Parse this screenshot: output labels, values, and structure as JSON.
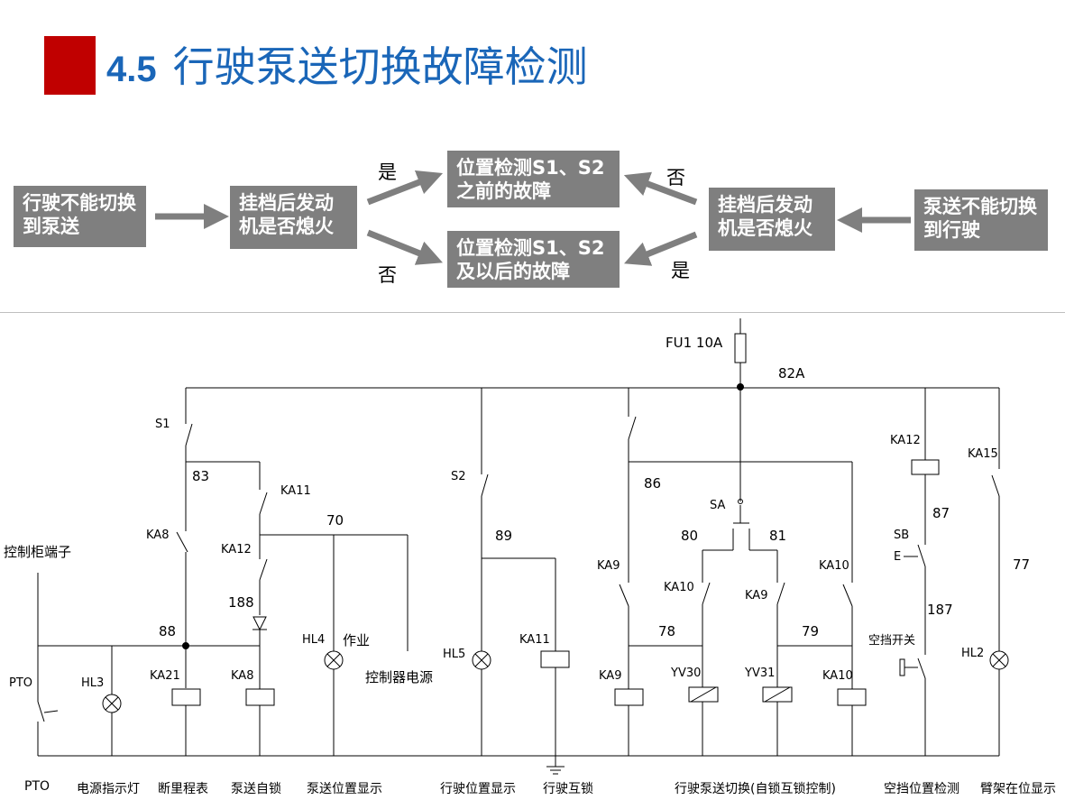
{
  "slide": {
    "section_number": "4.5",
    "title": "行驶泵送切换故障检测"
  },
  "flowchart": {
    "left_start": "行驶不能切换到泵送",
    "left_decision": "挂档后发动机是否熄火",
    "top_result": "位置检测S1、S2之前的故障",
    "bottom_result": "位置检测S1、S2及以后的故障",
    "right_decision": "挂档后发动机是否熄火",
    "right_start": "泵送不能切换到行驶",
    "yes": "是",
    "no": "否"
  },
  "circuit": {
    "fuse": "FU1  10A",
    "node_labels": [
      "82A",
      "83",
      "70",
      "188",
      "88",
      "89",
      "86",
      "80",
      "81",
      "78",
      "79",
      "87",
      "187",
      "77"
    ],
    "component_labels": [
      "S1",
      "KA11",
      "KA8",
      "KA12",
      "HL4",
      "作业",
      "控制器电源",
      "S2",
      "HL5",
      "KA11",
      "KA9",
      "KA10",
      "KA9",
      "KA10",
      "SA",
      "KA21",
      "KA8",
      "KA9",
      "YV30",
      "YV31",
      "KA10",
      "KA12",
      "KA15",
      "SB",
      "E",
      "空挡开关",
      "HL2",
      "控制柜端子",
      "PTO",
      "HL3"
    ],
    "bottom_labels": [
      "PTO",
      "电源指示灯",
      "断里程表",
      "泵送自锁",
      "泵送位置显示",
      "行驶位置显示",
      "行驶互锁",
      "行驶泵送切换(自锁互锁控制)",
      "空挡位置检测",
      "臂架在位显示"
    ]
  }
}
